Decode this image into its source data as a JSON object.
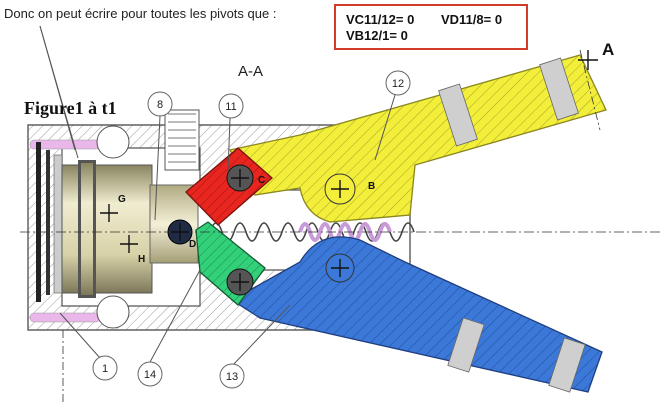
{
  "intro_text": "Donc on peut écrire pour toutes les pivots que :",
  "formulas": {
    "vc": "VC11/12= 0",
    "vd": "VD11/8= 0",
    "vb": "VB12/1= 0"
  },
  "figure_title": "Figure1 à t1",
  "section_label": "A-A",
  "section_mark": "A",
  "callouts": {
    "c1": "1",
    "c8": "8",
    "c11": "11",
    "c12": "12",
    "c13": "13",
    "c14": "14"
  },
  "points": {
    "b": "B",
    "c": "C",
    "d": "D",
    "g": "G",
    "h": "H"
  },
  "colors": {
    "jaw_upper": "#f2ee3a",
    "jaw_lower": "#3c78d8",
    "link_red": "#e8251f",
    "link_green": "#33d07a",
    "spring": "#c89ad8",
    "box_border": "#d23a2a"
  }
}
